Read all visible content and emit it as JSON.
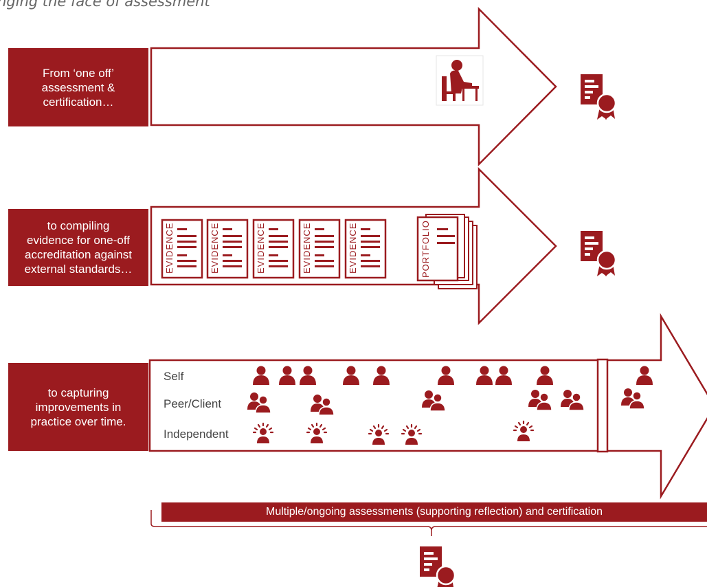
{
  "page_title": "nging the face of assessment",
  "stages": [
    {
      "label": "From ‘one off’\nassessment &\ncertification…"
    },
    {
      "label": "to compiling\nevidence for one-off\naccreditation against\nexternal standards…"
    },
    {
      "label": "to capturing\nimprovements in\npractice over time."
    }
  ],
  "evidence_label": "EVIDENCE",
  "portfolio_label": "PORTFOLIO",
  "assessment_rows": {
    "self": "Self",
    "peer": "Peer/Client",
    "independent": "Independent"
  },
  "summary": "Multiple/ongoing assessments (supporting reflection) and certification",
  "colors": {
    "accent": "#9b1b1f",
    "background": "#ffffff"
  },
  "icons": [
    "student-at-desk-icon",
    "certificate-icon",
    "evidence-document-icon",
    "portfolio-icon",
    "person-icon",
    "two-people-icon",
    "spotlight-person-icon"
  ]
}
